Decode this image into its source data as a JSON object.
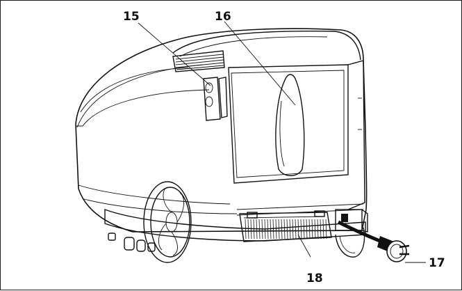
{
  "figure": {
    "callouts": [
      {
        "id": "15",
        "text": "15"
      },
      {
        "id": "16",
        "text": "16"
      },
      {
        "id": "17",
        "text": "17"
      },
      {
        "id": "18",
        "text": "18"
      }
    ]
  }
}
